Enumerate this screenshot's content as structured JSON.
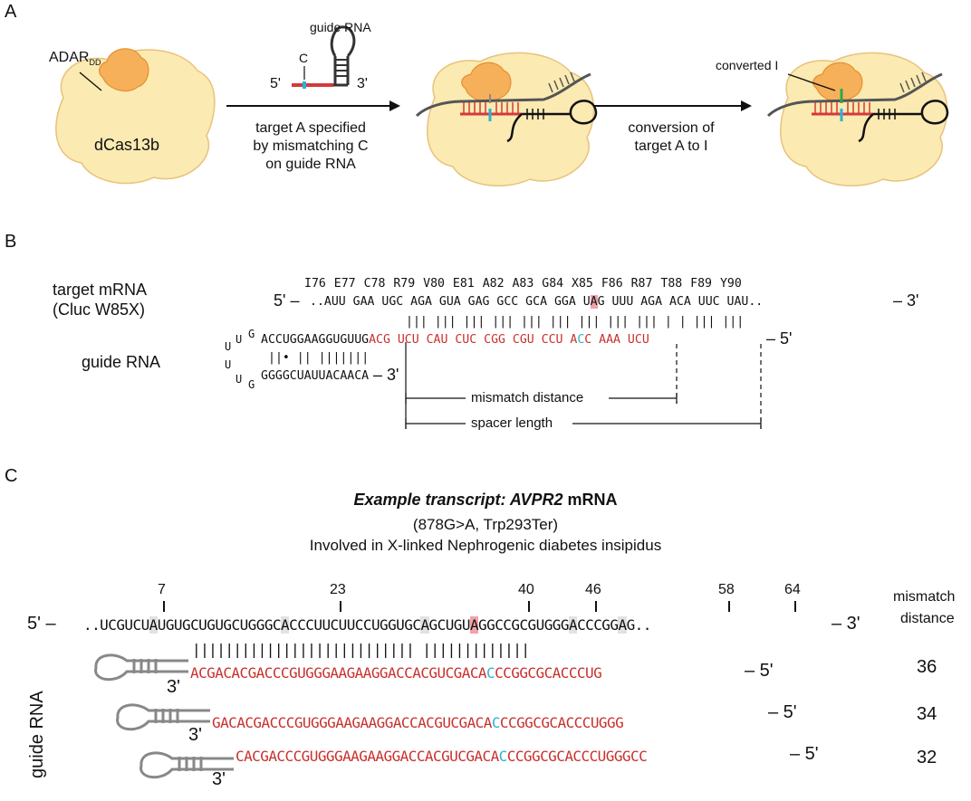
{
  "panel_a": {
    "letter": "A",
    "adar_main": "ADAR",
    "adar_sub": "DD",
    "dcas": "dCas13b",
    "guide_rna": "guide RNA",
    "c_label": "C",
    "five_prime": "5'",
    "three_prime": "3'",
    "step1_line1": "target A specified",
    "step1_line2": "by mismatching C",
    "step1_line3": "on guide RNA",
    "step2_line1": "conversion of",
    "step2_line2": "target A to I",
    "converted": "converted I"
  },
  "panel_b": {
    "letter": "B",
    "target_label_1": "target mRNA",
    "target_label_2": "(Cluc W85X)",
    "guide_label": "guide RNA",
    "codons": [
      "I76",
      "E77",
      "C78",
      "R79",
      "V80",
      "E81",
      "A82",
      "A83",
      "G84",
      "X85",
      "F86",
      "R87",
      "T88",
      "F89",
      "Y90"
    ],
    "mrna_5": "5' –",
    "mrna_seq_pre": "..AUU GAA UGC AGA GUA GAG GCC GCA GGA U",
    "mrna_target": "A",
    "mrna_seq_post": "G UUU AGA ACA UUC UAU..",
    "mrna_3": "– 3'",
    "pairs": "||| ||| ||| ||| ||| ||| ||| ||| ||| | | ||| |||",
    "guide_black": "ACCUGGAAGGUGUUG",
    "guide_red_pre": "ACG UCU CAU CUC CGG CGU CCU A",
    "guide_c": "C",
    "guide_red_post": "C AAA UCU",
    "guide_5": "– 5'",
    "loop_u1": "U",
    "loop_g1": "G",
    "loop_u2": "U",
    "loop_u3": "U",
    "loop_u4": "U",
    "loop_g2": "G",
    "stem_pairs": "||• || |||||||",
    "stem_bottom": "GGGGCUAUUACAACA",
    "stem_3": "– 3'",
    "mismatch_distance": "mismatch distance",
    "spacer_length": "spacer length"
  },
  "panel_c": {
    "letter": "C",
    "title_italic": "Example transcript: AVPR2",
    "title_rest": " mRNA",
    "subtitle": "(878G>A, Trp293Ter)",
    "subtitle2": "Involved in X-linked Nephrogenic diabetes insipidus",
    "positions": [
      "7",
      "23",
      "40",
      "46",
      "58",
      "64"
    ],
    "mismatch_header_1": "mismatch",
    "mismatch_header_2": "distance",
    "mrna_5": "5' –",
    "mrna_segments": [
      {
        "t": "..UCGUCU",
        "h": ""
      },
      {
        "t": "A",
        "h": "g"
      },
      {
        "t": "UGUGCUGUGCUGGGC",
        "h": ""
      },
      {
        "t": "A",
        "h": "g"
      },
      {
        "t": "CCCUUCUUCCUGGUGC",
        "h": ""
      },
      {
        "t": "A",
        "h": "g"
      },
      {
        "t": "GCUGU",
        "h": ""
      },
      {
        "t": "A",
        "h": "r"
      },
      {
        "t": "GGCCGCGUGGG",
        "h": ""
      },
      {
        "t": "A",
        "h": "g"
      },
      {
        "t": "CCCGG",
        "h": ""
      },
      {
        "t": "A",
        "h": "g"
      },
      {
        "t": "G..",
        "h": ""
      }
    ],
    "mrna_3": "– 3'",
    "pairs": "||||||||||||||||||||||||||| |||||||||||||",
    "guide_label": "guide RNA",
    "guides": [
      {
        "pre": "ACGACACGACCCGUGGGAAGAAGGACCACGUCGACA",
        "c": "C",
        "post": "CCGGCGCACCCUG",
        "end": "– 5'",
        "three": "3'",
        "distance": "36"
      },
      {
        "pre": "GACACGACCCGUGGGAAGAAGGACCACGUCGACA",
        "c": "C",
        "post": "CCGGCGCACCCUGGG",
        "end": "– 5'",
        "three": "3'",
        "distance": "34"
      },
      {
        "pre": "CACGACCCGUGGGAAGAAGGACCACGUCGACA",
        "c": "C",
        "post": "CCGGCGCACCCUGGGCC",
        "end": "– 5'",
        "three": "3'",
        "distance": "32"
      }
    ]
  }
}
